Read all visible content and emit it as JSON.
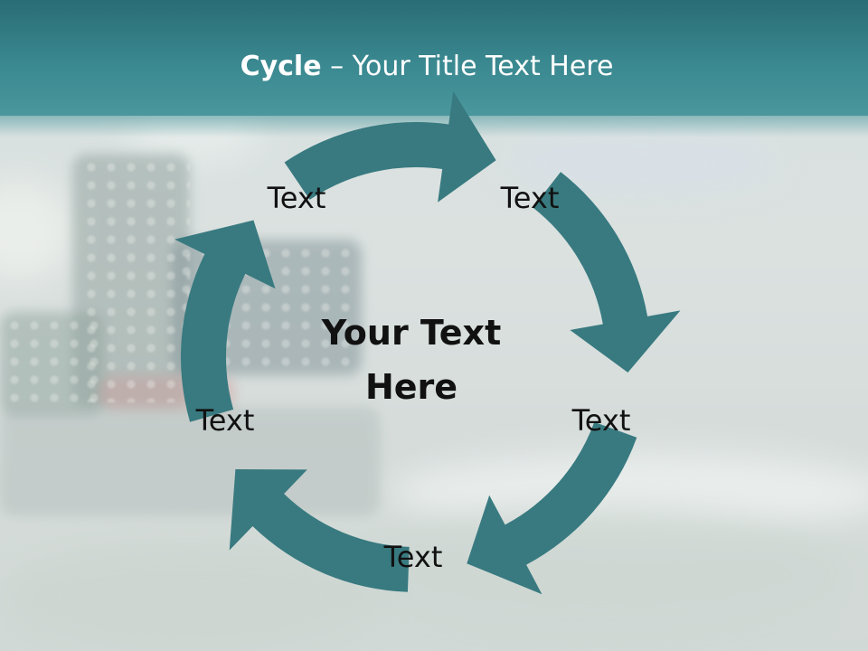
{
  "slide": {
    "title_bold": "Cycle",
    "title_rest": " – Your Title Text Here"
  },
  "diagram": {
    "center_text": [
      "Your Text",
      "Here"
    ],
    "nodes": [
      "Text",
      "Text",
      "Text",
      "Text",
      "Text"
    ],
    "arrow_color": "#387a80"
  },
  "colors": {
    "title_bar": "#3a8890",
    "title_text": "#ffffff",
    "label_text": "#111111"
  }
}
